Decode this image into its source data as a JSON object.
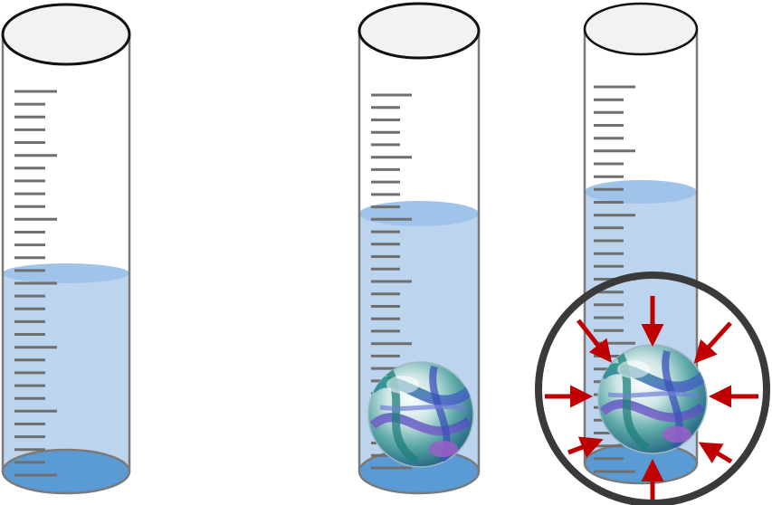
{
  "diagram": {
    "panels": [
      {
        "id": "cylinder-1",
        "liquid_level": "low",
        "contains_marble": false
      },
      {
        "id": "cylinder-2",
        "liquid_level": "raised",
        "contains_marble": true
      },
      {
        "id": "cylinder-3",
        "liquid_level": "raised",
        "contains_marble": true,
        "magnified": true,
        "force_arrows": 8
      }
    ],
    "colors": {
      "glass_outline": "#7a7a7a",
      "rim_fill": "#f2f2f2",
      "rim_stroke": "#111111",
      "liquid": "#bcd4ee",
      "liquid_surface": "#9fc3e9",
      "bottom": "#5b9bd5",
      "tick": "#6f6f6f",
      "arrow": "#c00000",
      "magnifier_ring": "#3a3a3a"
    },
    "icons": [
      "marble-icon",
      "arrow-icon",
      "magnifier-circle"
    ]
  }
}
